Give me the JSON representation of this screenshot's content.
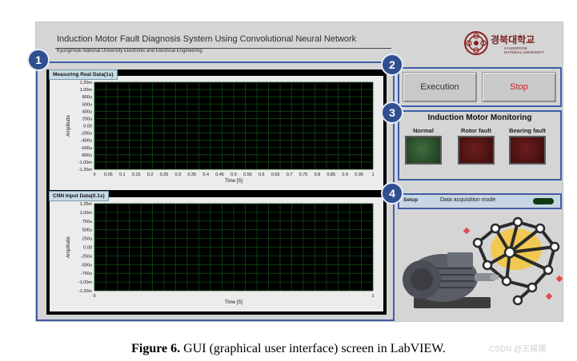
{
  "header": {
    "title": "Induction Motor Fault Diagnosis System Using Convolutional Neural Network",
    "subtitle": "KyungPook National University Electronic and Electrical Engineering",
    "university_korean": "경북대학교",
    "university_english_line1": "KYUNGPOOK",
    "university_english_line2": "NATIONAL UNIVERSITY"
  },
  "sections": {
    "measure": "1",
    "controls": "2",
    "monitoring": "3",
    "setup": "4"
  },
  "graphs": {
    "measuring": {
      "label": "Measuring Real Data(1s)",
      "ylabel": "Amplitude",
      "xlabel": "Time [S]",
      "yticks": [
        "1.20m",
        "1.00m",
        "800u",
        "600u",
        "400u",
        "200u",
        "0.00",
        "-200u",
        "-400u",
        "-600u",
        "-800u",
        "-1.00m",
        "-1.20m"
      ],
      "xticks": [
        "0",
        "0.05",
        "0.1",
        "0.15",
        "0.2",
        "0.25",
        "0.3",
        "0.35",
        "0.4",
        "0.45",
        "0.5",
        "0.55",
        "0.6",
        "0.65",
        "0.7",
        "0.75",
        "0.8",
        "0.85",
        "0.9",
        "0.95",
        "1"
      ]
    },
    "cnn": {
      "label": "CNN Input Data(0.1s)",
      "ylabel": "Amplitude",
      "xlabel": "Time [S]",
      "yticks": [
        "1.25m",
        "1.00m",
        "750u",
        "500u",
        "250u",
        "0.00",
        "-250u",
        "-500u",
        "-750u",
        "-1.00m",
        "-1.20m"
      ],
      "xticks": [
        "0",
        "1"
      ]
    }
  },
  "controls": {
    "execution_label": "Execution",
    "stop_label": "Stop",
    "stop_color": "#d42121"
  },
  "monitoring": {
    "title": "Induction Motor Monitoring",
    "indicators": [
      {
        "label": "Normal",
        "color": "#2a4f2a"
      },
      {
        "label": "Rotor fault",
        "color": "#5a1414"
      },
      {
        "label": "Bearing fault",
        "color": "#5a1414"
      }
    ]
  },
  "setup": {
    "label": "Setup",
    "mode_label": "Data acquisition mode"
  },
  "caption": {
    "figure": "Figure 6.",
    "text": " GUI (graphical user interface) screen in LabVIEW."
  },
  "watermark": "CSDN @王摇摆",
  "colors": {
    "frame": "#3f5da8",
    "badge": "#2f4f8f",
    "plot_bg": "#000000",
    "plot_grid": "#0e4a12"
  }
}
